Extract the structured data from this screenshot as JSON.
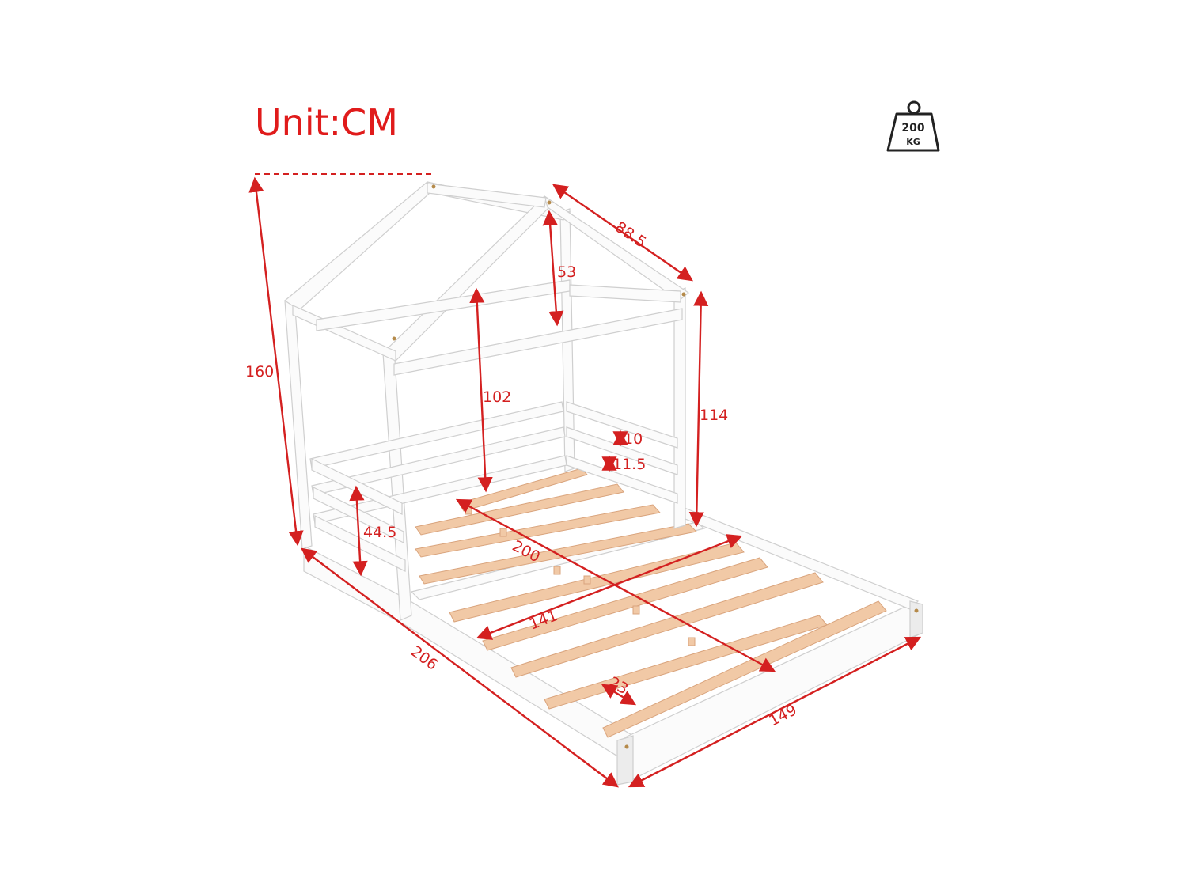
{
  "unit_label": "Unit:CM",
  "weight_badge": {
    "icon": "weight-icon",
    "value": "200",
    "unit": "KG"
  },
  "dimensions": {
    "total_height": "160",
    "roof_depth": "88.5",
    "roof_peak_height": "53",
    "inner_height": "102",
    "side_height": "114",
    "rail_gap_top": "10",
    "rail_gap_bottom": "11.5",
    "guard_rail_height": "44.5",
    "inner_length": "200",
    "inner_width": "141",
    "total_length": "206",
    "total_width": "149",
    "slat_spacing": "23"
  },
  "colors": {
    "dimension_red": "#d42020",
    "frame_white": "#fbfbfb",
    "slat_wood": "#f1c9a6"
  }
}
